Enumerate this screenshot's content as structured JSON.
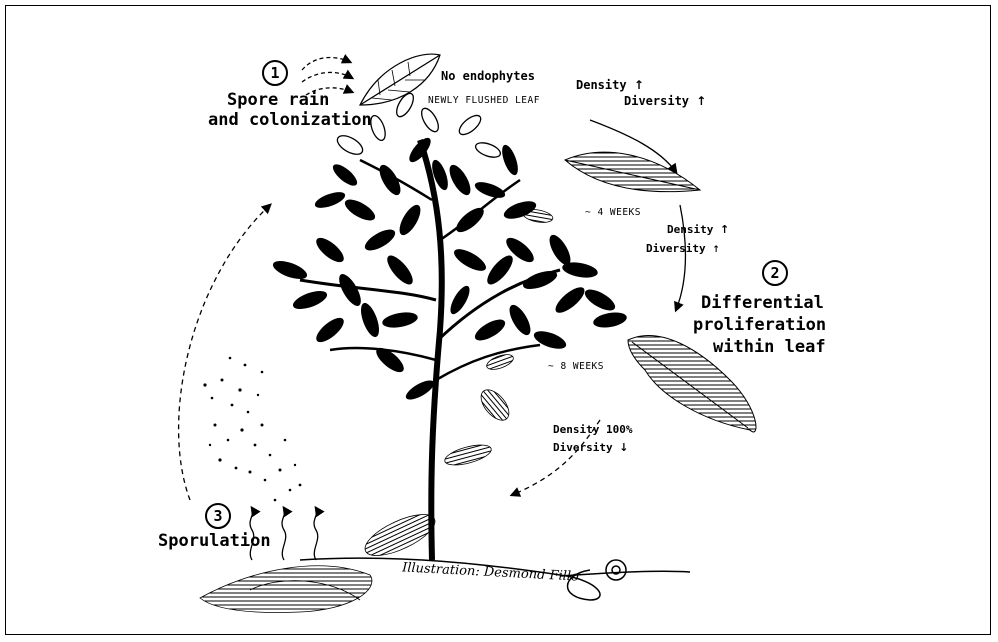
{
  "stage1": {
    "number": "1",
    "line1": "Spore rain",
    "line2": "and colonization"
  },
  "leaf_new": {
    "status": "No endophytes",
    "caption": "NEWLY FLUSHED LEAF"
  },
  "trend1": {
    "density": "Density",
    "diversity": "Diversity",
    "density_arrow": "↑",
    "diversity_arrow": "↑"
  },
  "time1": "~ 4 WEEKS",
  "trend2": {
    "density": "Density",
    "diversity": "Diversity",
    "density_arrow": "↑",
    "diversity_arrow": "↑"
  },
  "stage2": {
    "number": "2",
    "line1": "Differential",
    "line2": "proliferation",
    "line3": "within leaf"
  },
  "time2": "~ 8 WEEKS",
  "trend3": {
    "density": "Density 100%",
    "diversity": "Diversity",
    "diversity_arrow": "↓"
  },
  "stage3": {
    "number": "3",
    "label": "Sporulation"
  },
  "credit": "Illustration: Desmond Fillo"
}
